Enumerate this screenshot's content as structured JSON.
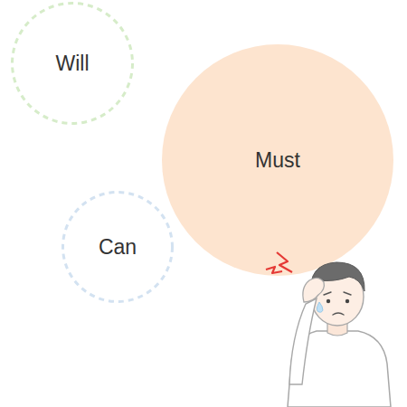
{
  "diagram": {
    "nodes": [
      {
        "text": [
          "Will"
        ]
      },
      {
        "text": [
          "Must"
        ]
      },
      {
        "text": [
          "Can"
        ]
      }
    ]
  }
}
